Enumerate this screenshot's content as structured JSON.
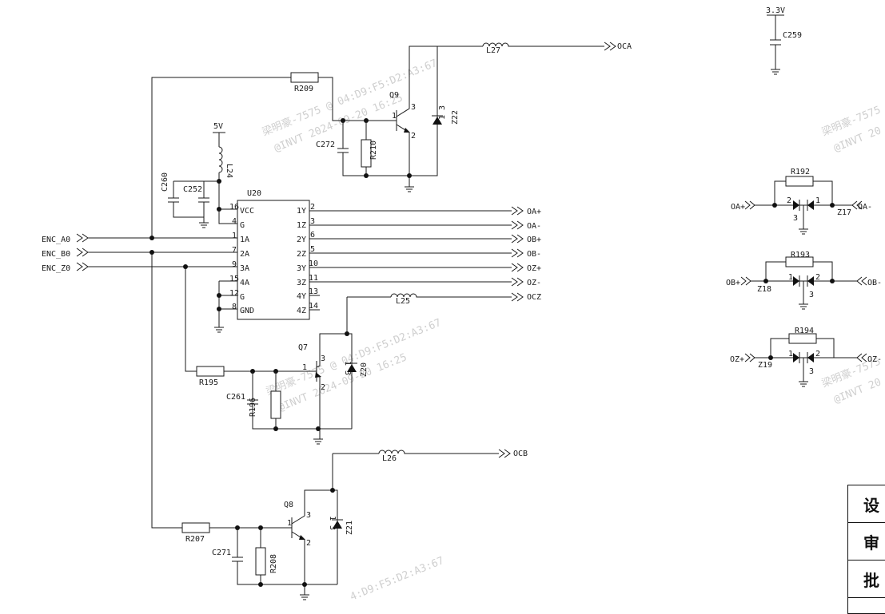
{
  "nets": {
    "enc_a0": "ENC_A0",
    "enc_b0": "ENC_B0",
    "enc_z0": "ENC_Z0",
    "oa_p": "OA+",
    "oa_n": "OA-",
    "ob_p": "OB+",
    "ob_n": "OB-",
    "oz_p": "OZ+",
    "oz_n": "OZ-",
    "ocz": "OCZ",
    "oca": "OCA",
    "ocb": "OCB",
    "v5": "5V",
    "v33": "3.3V"
  },
  "ic": {
    "ref": "U20",
    "pins_left": [
      {
        "num": "16",
        "name": "VCC"
      },
      {
        "num": "4",
        "name": "G"
      },
      {
        "num": "1",
        "name": "1A"
      },
      {
        "num": "7",
        "name": "2A"
      },
      {
        "num": "9",
        "name": "3A"
      },
      {
        "num": "15",
        "name": "4A"
      },
      {
        "num": "12",
        "name": "G"
      },
      {
        "num": "8",
        "name": "GND"
      }
    ],
    "pins_right": [
      {
        "num": "2",
        "name": "1Y"
      },
      {
        "num": "3",
        "name": "1Z"
      },
      {
        "num": "6",
        "name": "2Y"
      },
      {
        "num": "5",
        "name": "2Z"
      },
      {
        "num": "10",
        "name": "3Y"
      },
      {
        "num": "11",
        "name": "3Z"
      },
      {
        "num": "13",
        "name": "4Y"
      },
      {
        "num": "14",
        "name": "4Z"
      }
    ]
  },
  "refs": {
    "r209": "R209",
    "r210": "R210",
    "r195": "R195",
    "r196": "R196",
    "r207": "R207",
    "r208": "R208",
    "c272": "C272",
    "c261": "C261",
    "c271": "C271",
    "c260": "C260",
    "c252": "C252",
    "c259": "C259",
    "l24": "L24",
    "l25": "L25",
    "l26": "L26",
    "l27": "L27",
    "q7": "Q7",
    "q8": "Q8",
    "q9": "Q9",
    "z17": "Z17",
    "z18": "Z18",
    "z19": "Z19",
    "z20": "Z20",
    "z21": "Z21",
    "z22": "Z22",
    "r192": "R192",
    "r193": "R193",
    "r194": "R194"
  },
  "pin_nums": {
    "p1": "1",
    "p2": "2",
    "p3": "3",
    "p13": "1 3"
  },
  "watermarks": [
    "梁明豪-7575 @ 04:D9:F5:D2:A3:67",
    "@INVT 2024-09-20 16:25",
    "梁明豪-7575",
    "@INVT 20",
    "4:D9:F5:D2:A3:67"
  ],
  "title_block": [
    "设",
    "审",
    "批"
  ]
}
